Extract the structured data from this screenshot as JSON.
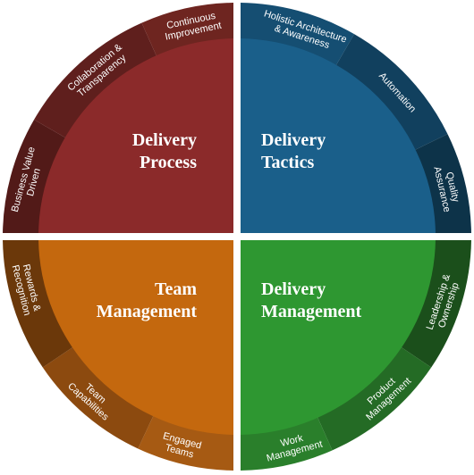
{
  "quadrants": [
    {
      "id": "tl",
      "title_lines": [
        "Delivery",
        "Process"
      ],
      "colors": {
        "inner": "#8B2A2A",
        "ring": [
          "#521A18",
          "#5F1F1D",
          "#6E2520"
        ]
      },
      "segments": [
        {
          "lines": [
            "Business Value",
            "Driven"
          ]
        },
        {
          "lines": [
            "Collaboration &",
            "Transparency"
          ]
        },
        {
          "lines": [
            "Continuous",
            "Improvement"
          ]
        }
      ]
    },
    {
      "id": "tr",
      "title_lines": [
        "Delivery",
        "Tactics"
      ],
      "colors": {
        "inner": "#1A5F8A",
        "ring": [
          "#154E72",
          "#11405E",
          "#0D3349"
        ]
      },
      "segments": [
        {
          "lines": [
            "Holistic Architecture",
            "& Awareness"
          ]
        },
        {
          "lines": [
            "Automation"
          ]
        },
        {
          "lines": [
            "Quality",
            "Assurance"
          ]
        }
      ]
    },
    {
      "id": "br",
      "title_lines": [
        "Delivery",
        "Management"
      ],
      "colors": {
        "inner": "#2E9731",
        "ring": [
          "#1B4F1B",
          "#246B25",
          "#2A7F2B"
        ]
      },
      "segments": [
        {
          "lines": [
            "Leadership &",
            "Ownership"
          ]
        },
        {
          "lines": [
            "Product",
            "Management"
          ]
        },
        {
          "lines": [
            "Work",
            "Management"
          ]
        }
      ]
    },
    {
      "id": "bl",
      "title_lines": [
        "Team",
        "Management"
      ],
      "colors": {
        "inner": "#C4680E",
        "ring": [
          "#A65A13",
          "#8C4A0F",
          "#6B380A"
        ]
      },
      "segments": [
        {
          "lines": [
            "Engaged",
            "Teams"
          ]
        },
        {
          "lines": [
            "Team",
            "Capabilities"
          ]
        },
        {
          "lines": [
            "Rewards &",
            "Recognition"
          ]
        }
      ]
    }
  ]
}
